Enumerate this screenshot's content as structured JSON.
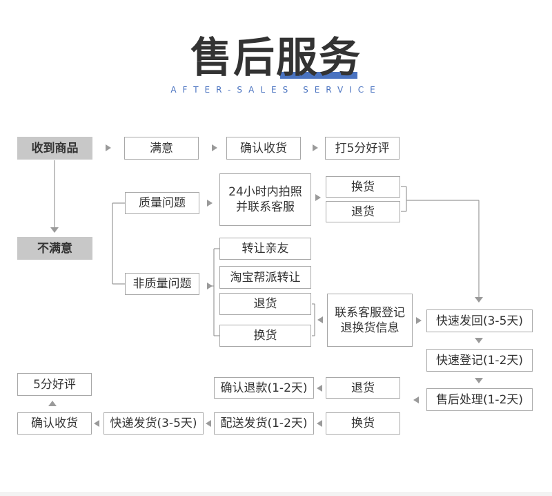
{
  "title": "售后服务",
  "subtitle": "AFTER-SALES SERVICE",
  "colors": {
    "accent": "#4a73c0",
    "box_border": "#a8a8a8",
    "gray_box": "#c8c8c8",
    "line": "#9a9a9a"
  },
  "nodes": {
    "received": "收到商品",
    "satisfied": "满意",
    "confirm_receipt_top": "确认收货",
    "five_star": "打5分好评",
    "unsatisfied": "不满意",
    "quality_issue": "质量问题",
    "photo_line1": "24小时内拍照",
    "photo_line2": "并联系客服",
    "exchange_top": "换货",
    "return_top": "退货",
    "non_quality_issue": "非质量问题",
    "give_friend": "转让亲友",
    "taobao_help": "淘宝帮派转让",
    "return_mid": "退货",
    "exchange_mid": "换货",
    "contact_line1": "联系客服登记",
    "contact_line2": "退换货信息",
    "express_return": "快速发回(3-5天)",
    "express_register": "快速登记(1-2天)",
    "after_sales_process": "售后处理(1-2天)",
    "return_bottom": "退货",
    "confirm_refund": "确认退款(1-2天)",
    "exchange_bottom": "换货",
    "delivery_ship": "配送发货(1-2天)",
    "express_ship": "快递发货(3-5天)",
    "confirm_receipt_bottom": "确认收货",
    "five_star_bottom": "5分好评"
  }
}
